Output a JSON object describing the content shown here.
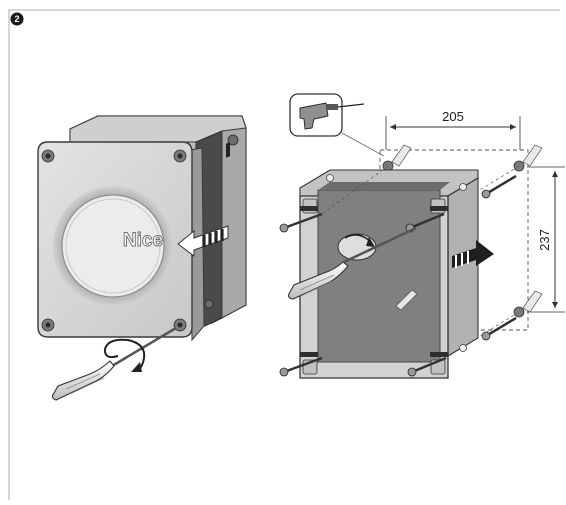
{
  "step": {
    "number": "2"
  },
  "product": {
    "brand_logo_text": "Nice"
  },
  "dimensions": {
    "horizontal_label": "205",
    "vertical_label": "237"
  },
  "icons": {
    "step_badge": "numbered-circle-icon",
    "drill": "drill-icon",
    "rotation": "rotation-arrow-icon",
    "direction": "direction-arrow-icon"
  },
  "colors": {
    "panel_light": "#d9d9d9",
    "panel_mid": "#b9b9b9",
    "panel_dark": "#8e8e8e",
    "box_inner": "#7f7f7f",
    "outline": "#3a3a3a",
    "badge": "#1a1a1a"
  }
}
